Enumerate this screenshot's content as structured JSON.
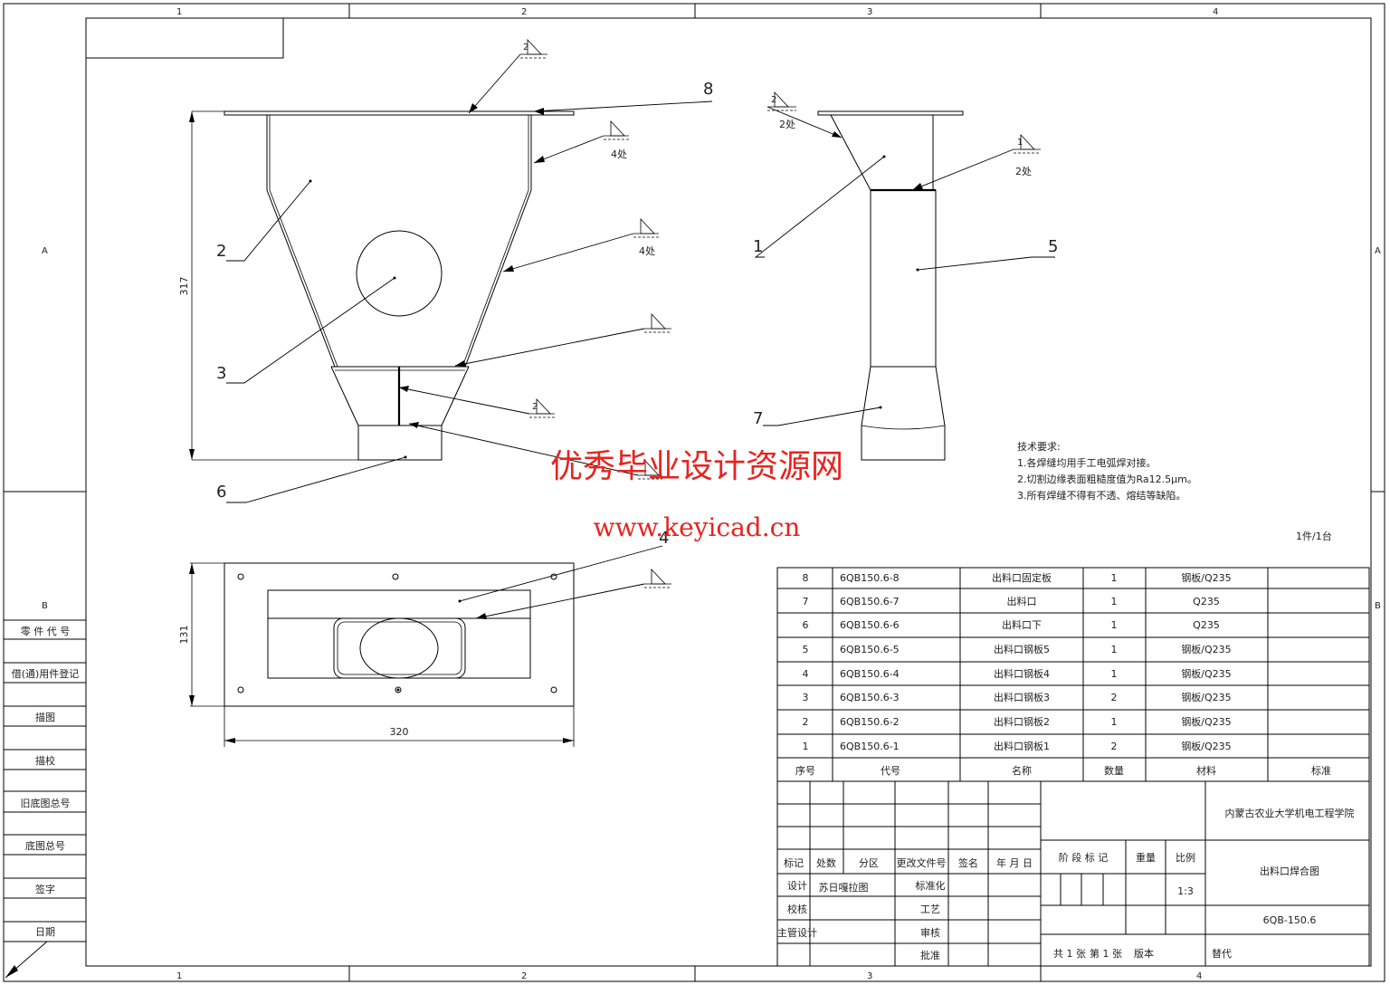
{
  "frame": {
    "zone_columns": [
      "1",
      "2",
      "3",
      "4"
    ],
    "zone_rows": [
      "A",
      "B"
    ]
  },
  "side_strip": [
    "零 件 代 号",
    "借(通)用件登记",
    "描图",
    "描校",
    "旧底图总号",
    "底图总号",
    "签字",
    "日期"
  ],
  "callouts": [
    "1",
    "2",
    "3",
    "4",
    "5",
    "6",
    "7",
    "8"
  ],
  "weld_symbols": {
    "size_2": "2",
    "size_1": "1",
    "qty_4": "4处",
    "qty_2": "2处"
  },
  "dimensions": {
    "height": "317",
    "depth": "131",
    "width": "320"
  },
  "watermark": {
    "title": "优秀毕业设计资源网",
    "url": "www.keyicad.cn"
  },
  "tech_requirements": {
    "heading": "技术要求:",
    "items": [
      "1.各焊缝均用手工电弧焊对接。",
      "2.切割边缘表面粗糙度值为Ra12.5μm。",
      "3.所有焊缝不得有不透、熔结等缺陷。"
    ]
  },
  "quantity_note": "1件/1台",
  "bom": {
    "rows": [
      {
        "no": "8",
        "code": "6QB150.6-8",
        "name": "出料口固定板",
        "qty": "1",
        "material": "钢板/Q235",
        "standard": ""
      },
      {
        "no": "7",
        "code": "6QB150.6-7",
        "name": "出料口",
        "qty": "1",
        "material": "Q235",
        "standard": ""
      },
      {
        "no": "6",
        "code": "6QB150.6-6",
        "name": "出料口下",
        "qty": "1",
        "material": "Q235",
        "standard": ""
      },
      {
        "no": "5",
        "code": "6QB150.6-5",
        "name": "出料口钢板5",
        "qty": "1",
        "material": "钢板/Q235",
        "standard": ""
      },
      {
        "no": "4",
        "code": "6QB150.6-4",
        "name": "出料口钢板4",
        "qty": "1",
        "material": "钢板/Q235",
        "standard": ""
      },
      {
        "no": "3",
        "code": "6QB150.6-3",
        "name": "出料口钢板3",
        "qty": "2",
        "material": "钢板/Q235",
        "standard": ""
      },
      {
        "no": "2",
        "code": "6QB150.6-2",
        "name": "出料口钢板2",
        "qty": "1",
        "material": "钢板/Q235",
        "standard": ""
      },
      {
        "no": "1",
        "code": "6QB150.6-1",
        "name": "出料口钢板1",
        "qty": "2",
        "material": "钢板/Q235",
        "standard": ""
      }
    ],
    "headers": {
      "no": "序号",
      "code": "代号",
      "name": "名称",
      "qty": "数量",
      "material": "材料",
      "standard": "标准"
    }
  },
  "title_block": {
    "org": "内蒙古农业大学机电工程学院",
    "drawing_title": "出料口焊合图",
    "drawing_no": "6QB-150.6",
    "rev_headers": [
      "标记",
      "处数",
      "分区",
      "更改文件号",
      "签名",
      "年 月 日"
    ],
    "stage_label": "阶 段 标 记",
    "weight_label": "重量",
    "scale_label": "比例",
    "scale_value": "1:3",
    "design_label": "设计",
    "designer": "苏日嘎拉图",
    "standardize_label": "标准化",
    "check_label": "校核",
    "process_label": "工艺",
    "chief_label": "主管设计",
    "review_label": "审核",
    "approve_label": "批准",
    "sheets_total": "共 1 张",
    "sheet_no": "第 1 张",
    "version_label": "版本",
    "replace_label": "替代"
  }
}
